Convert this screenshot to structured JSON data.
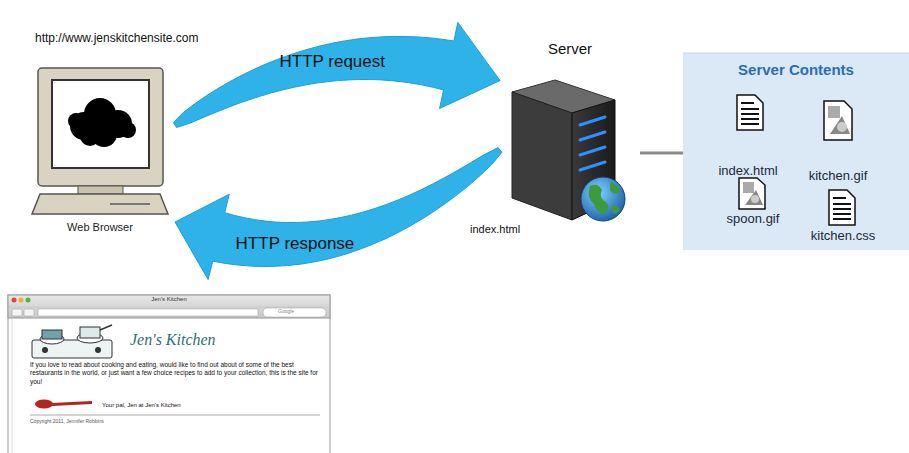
{
  "diagram": {
    "nodes": [
      {
        "text": [
          "Web Browser"
        ]
      },
      {
        "text": [
          "Server"
        ]
      },
      {
        "text": [
          "Server Contents"
        ]
      },
      {
        "text": [
          "index.html"
        ],
        "in": 2
      },
      {
        "text": [
          "kitchen.gif"
        ],
        "in": 2
      },
      {
        "text": [
          "spoon.gif"
        ],
        "in": 2
      },
      {
        "text": [
          "kitchen.css"
        ],
        "in": 2
      },
      {
        "text": [
          "Jen's Kitchen",
          "Google",
          "Jen's Kitchen",
          "If you love to read about cooking and eating, would like to find out about of some of the best restaurants in the world, or just want a few choice recipes to add to your collection, this is the site for you!",
          "Your pal, Jen at Jen's Kitchen",
          "Copyright 2011, Jennifer Robbins"
        ]
      }
    ],
    "edges": [
      {
        "from": 0,
        "to": 1,
        "arrow": "to",
        "label": "HTTP request"
      },
      {
        "from": 1,
        "to": 0,
        "arrow": "to",
        "label": "HTTP response"
      },
      {
        "from": 1,
        "to": 2,
        "arrow": "none"
      }
    ],
    "labels": [
      "http://www.jenskitchensite.com",
      "index.html"
    ]
  }
}
